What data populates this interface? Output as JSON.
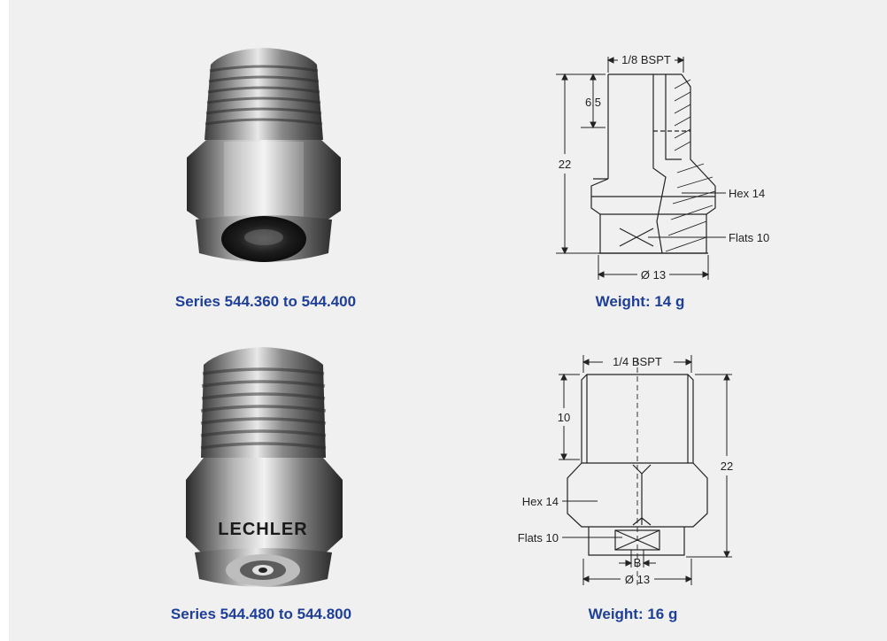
{
  "products": [
    {
      "series_label": "Series 544.360 to 544.400",
      "weight_label": "Weight: 14 g",
      "dimensions": {
        "thread": "1/8 BSPT",
        "thread_depth": "6.5",
        "total_length": "22",
        "hex": "Hex 14",
        "flats": "Flats 10",
        "diameter": "Ø 13"
      }
    },
    {
      "series_label": "Series 544.480 to 544.800",
      "weight_label": "Weight: 16 g",
      "brand_mark": "LECHLER",
      "dimensions": {
        "thread": "1/4 BSPT",
        "thread_depth": "10",
        "total_length": "22",
        "hex": "Hex 14",
        "flats": "Flats 10",
        "slot": "B",
        "diameter": "Ø 13"
      }
    }
  ],
  "colors": {
    "caption": "#1e3f99",
    "panel": "#f0f0f0",
    "line": "#222222"
  }
}
